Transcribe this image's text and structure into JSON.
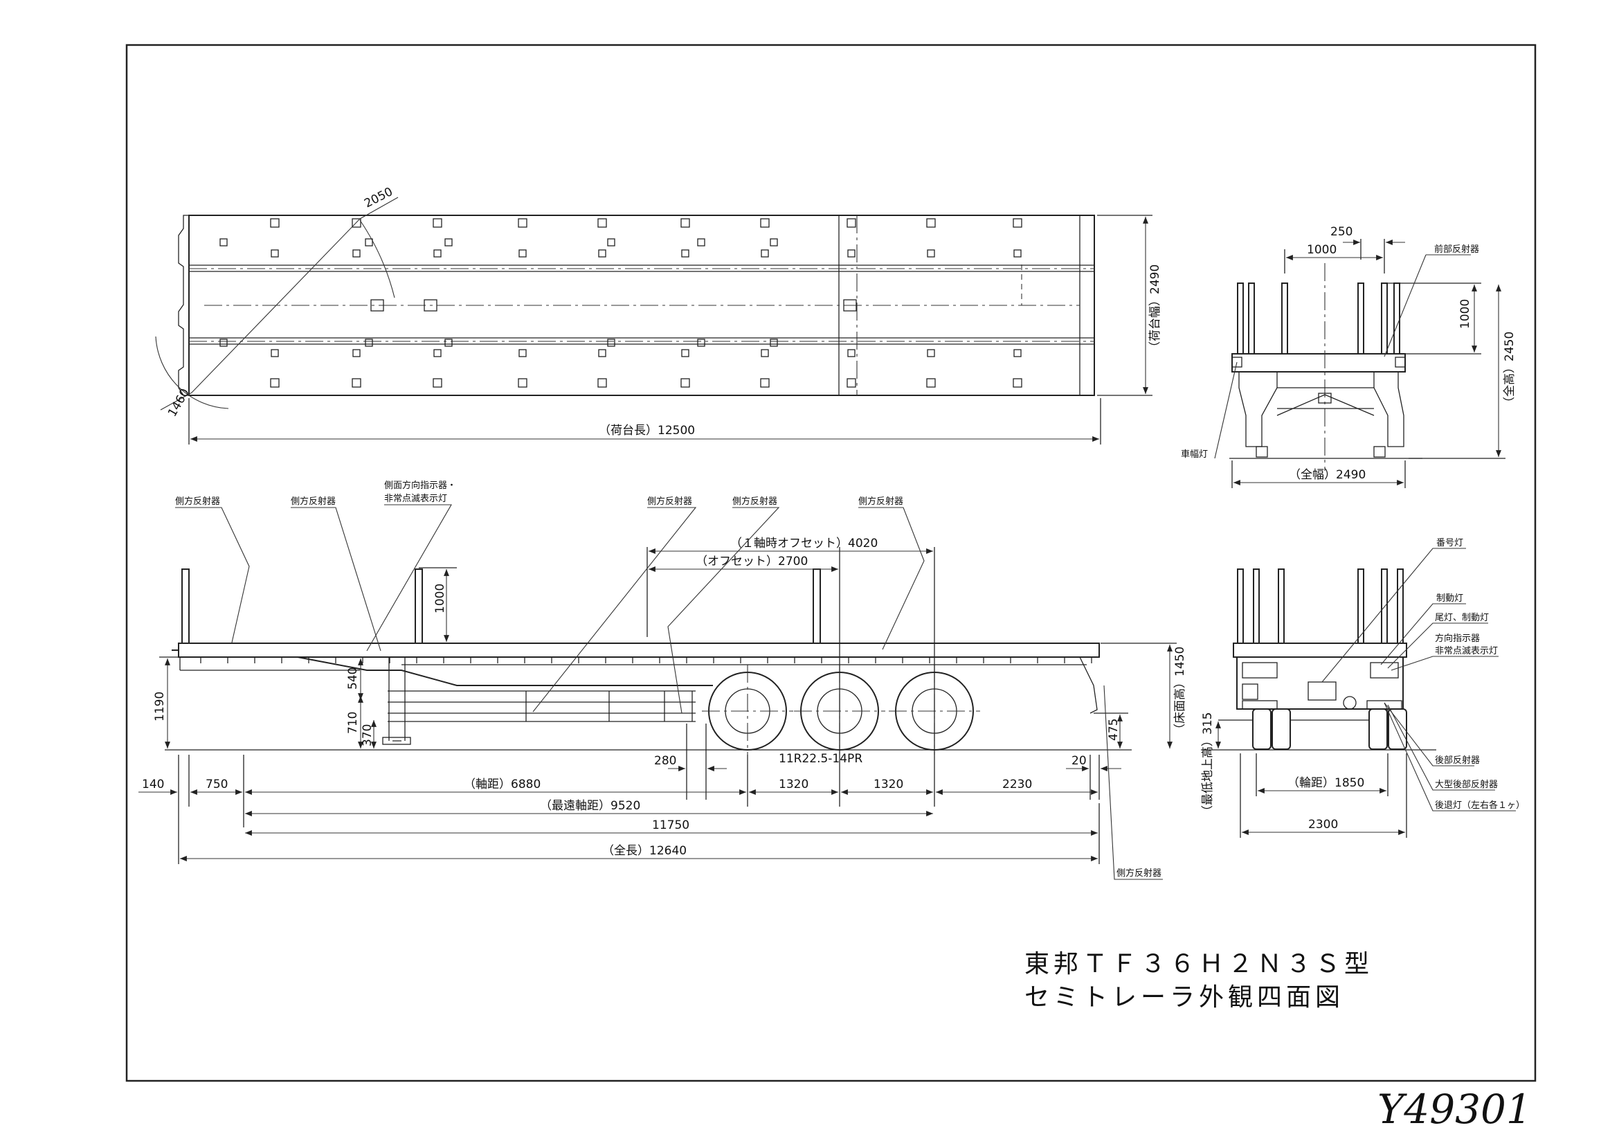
{
  "title": {
    "line1": "東邦ＴＦ３６Ｈ２Ｎ３Ｓ型",
    "line2": "セミトレーラ外観四面図"
  },
  "drawing_number": "Y49301",
  "plan_view": {
    "dims": {
      "deck_length": "（荷台長）12500",
      "deck_width": "（荷台幅）2490",
      "swing_radius": "2050",
      "front_radius": "1460"
    }
  },
  "side_view": {
    "labels": {
      "side_reflector_1": "側方反射器",
      "side_reflector_2": "側方反射器",
      "side_turn_signal_1": "側面方向指示器・",
      "side_turn_signal_2": "非常点滅表示灯",
      "side_reflector_3": "側方反射器",
      "side_reflector_4": "側方反射器",
      "side_reflector_5": "側方反射器",
      "side_reflector_bottom": "側方反射器",
      "tire_spec": "11R22.5-14PR"
    },
    "dims": {
      "offset_1axle": "（１軸時オフセット）4020",
      "offset": "（オフセット）2700",
      "stake_height": "1000",
      "floor_height": "（床面高）1450",
      "coupler_height": "1190",
      "d540": "540",
      "d710": "710",
      "d370": "370",
      "d475": "475",
      "d280": "280",
      "d20": "20",
      "d140": "140",
      "d750": "750",
      "wheelbase": "（軸距）6880",
      "axle_spacing_1": "1320",
      "axle_spacing_2": "1320",
      "rear_overhang": "2230",
      "max_wheelbase": "（最遠軸距）9520",
      "d11750": "11750",
      "overall_length": "（全長）12640"
    }
  },
  "front_view": {
    "labels": {
      "front_reflector": "前部反射器",
      "clearance_lamp": "車幅灯"
    },
    "dims": {
      "d250": "250",
      "d1000_w": "1000",
      "d1000_h": "1000",
      "overall_height": "（全高）2450",
      "overall_width": "（全幅）2490"
    }
  },
  "rear_view": {
    "labels": {
      "plate_lamp": "番号灯",
      "brake_lamp": "制動灯",
      "tail_brake": "尾灯、制動灯",
      "turn_signal_1": "方向指示器",
      "turn_signal_2": "非常点滅表示灯",
      "rear_reflector": "後部反射器",
      "large_rear_reflector": "大型後部反射器",
      "reverse_lamp": "後退灯（左右各１ヶ）"
    },
    "dims": {
      "ground_clearance": "（最低地上高）315",
      "track": "（輪距）1850",
      "width": "2300"
    }
  }
}
